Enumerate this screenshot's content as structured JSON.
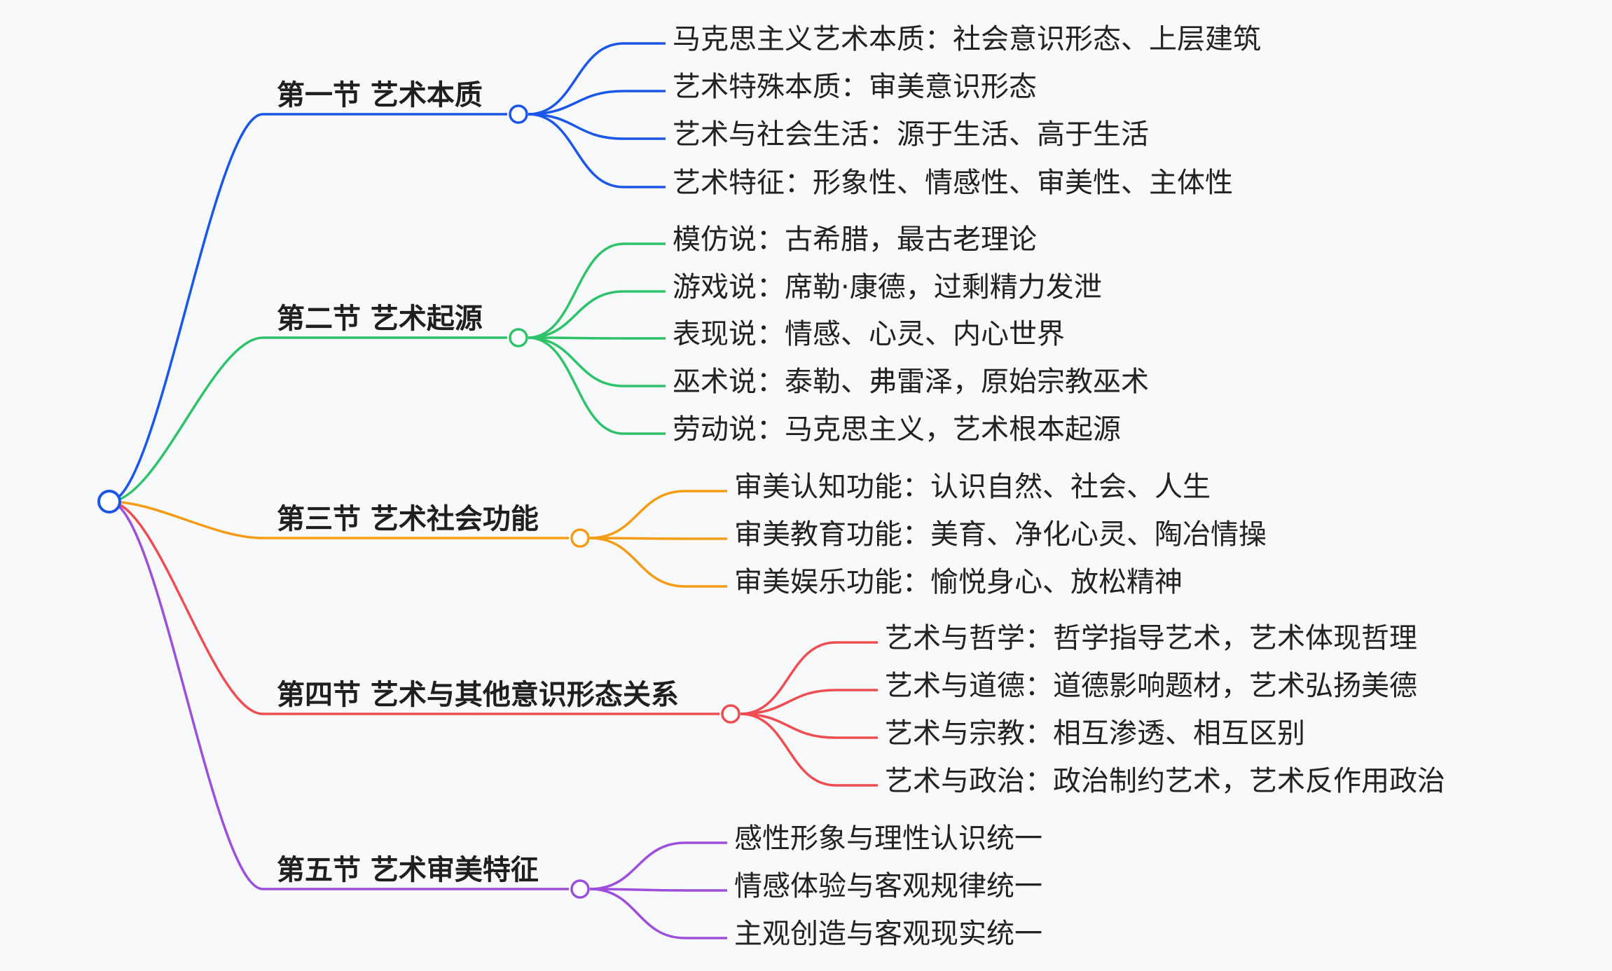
{
  "mindmap": {
    "branches": [
      {
        "label": "第一节 艺术本质",
        "color": "#1a56e8",
        "children": [
          "马克思主义艺术本质：社会意识形态、上层建筑",
          "艺术特殊本质：审美意识形态",
          "艺术与社会生活：源于生活、高于生活",
          "艺术特征：形象性、情感性、审美性、主体性"
        ]
      },
      {
        "label": "第二节 艺术起源",
        "color": "#2ec36b",
        "children": [
          "模仿说：古希腊，最古老理论",
          "游戏说：席勒·康德，过剩精力发泄",
          "表现说：情感、心灵、内心世界",
          "巫术说：泰勒、弗雷泽，原始宗教巫术",
          "劳动说：马克思主义，艺术根本起源"
        ]
      },
      {
        "label": "第三节 艺术社会功能",
        "color": "#f59c16",
        "children": [
          "审美认知功能：认识自然、社会、人生",
          "审美教育功能：美育、净化心灵、陶冶情操",
          "审美娱乐功能：愉悦身心、放松精神"
        ]
      },
      {
        "label": "第四节 艺术与其他意识形态关系",
        "color": "#ee4d52",
        "children": [
          "艺术与哲学：哲学指导艺术，艺术体现哲理",
          "艺术与道德：道德影响题材，艺术弘扬美德",
          "艺术与宗教：相互渗透、相互区别",
          "艺术与政治：政治制约艺术，艺术反作用政治"
        ]
      },
      {
        "label": "第五节 艺术审美特征",
        "color": "#9d4fdc",
        "children": [
          "感性形象与理性认识统一",
          "情感体验与客观规律统一",
          "主观创造与客观现实统一"
        ]
      }
    ]
  }
}
